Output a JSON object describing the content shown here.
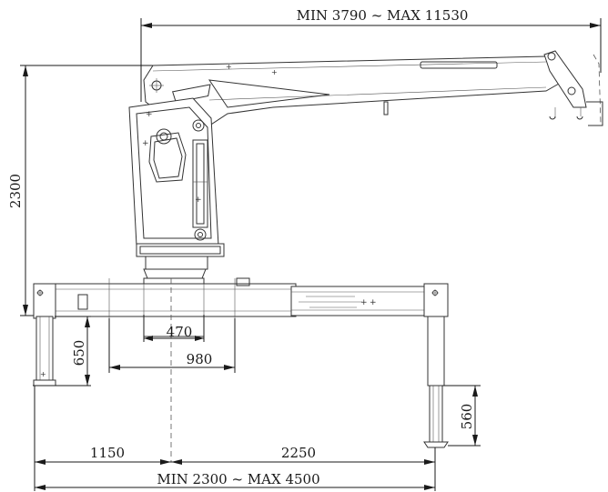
{
  "dimensions": {
    "boom_reach": "MIN 3790 ~ MAX 11530",
    "height": "2300",
    "outrigger_span": "MIN 2300 ~ MAX 4500",
    "left_span": "1150",
    "right_span": "2250",
    "pedestal_width": "470",
    "frame_width": "980",
    "left_leg": "650",
    "right_leg": "560"
  }
}
